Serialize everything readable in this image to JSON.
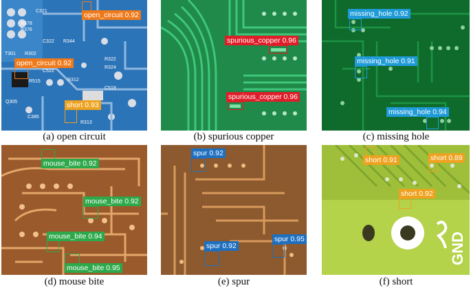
{
  "colors": {
    "open_circuit": "#F07A1A",
    "spurious_copper": "#E01E2A",
    "missing_hole": "#1F9BD8",
    "mouse_bite": "#2DA84A",
    "spur": "#1E6FC0",
    "short": "#EFA21F"
  },
  "panels": [
    {
      "id": "a",
      "caption": "(a) open circuit",
      "detections": [
        {
          "label": "open_circuit 0.92"
        },
        {
          "label": "open_circuit 0.92"
        },
        {
          "label": "short 0.93"
        }
      ]
    },
    {
      "id": "b",
      "caption": "(b) spurious copper",
      "detections": [
        {
          "label": "spurious_copper 0.96"
        },
        {
          "label": "spurious_copper 0.96"
        }
      ]
    },
    {
      "id": "c",
      "caption": "(c) missing hole",
      "detections": [
        {
          "label": "missing_hole 0.92"
        },
        {
          "label": "missing_hole 0.91"
        },
        {
          "label": "missing_hole 0.94"
        }
      ]
    },
    {
      "id": "d",
      "caption": "(d) mouse bite",
      "detections": [
        {
          "label": "mouse_bite 0.92"
        },
        {
          "label": "mouse_bite 0.92"
        },
        {
          "label": "mouse_bite 0.94"
        },
        {
          "label": "mouse_bite 0.95"
        }
      ]
    },
    {
      "id": "e",
      "caption": "(e) spur",
      "detections": [
        {
          "label": "spur 0.92"
        },
        {
          "label": "spur 0.92"
        },
        {
          "label": "spur 0.95"
        }
      ]
    },
    {
      "id": "f",
      "caption": "(f) short",
      "detections": [
        {
          "label": "short 0.91"
        },
        {
          "label": "short 0.89"
        },
        {
          "label": "short 0.92"
        }
      ]
    }
  ],
  "pcb_text": {
    "a_silk": [
      "C321",
      "R378",
      "R376",
      "C322",
      "R344",
      "T301",
      "R302",
      "C522",
      "R515",
      "R312",
      "R322",
      "R324",
      "C519",
      "Q305",
      "C385",
      "R313"
    ],
    "f_silk": "GND"
  }
}
